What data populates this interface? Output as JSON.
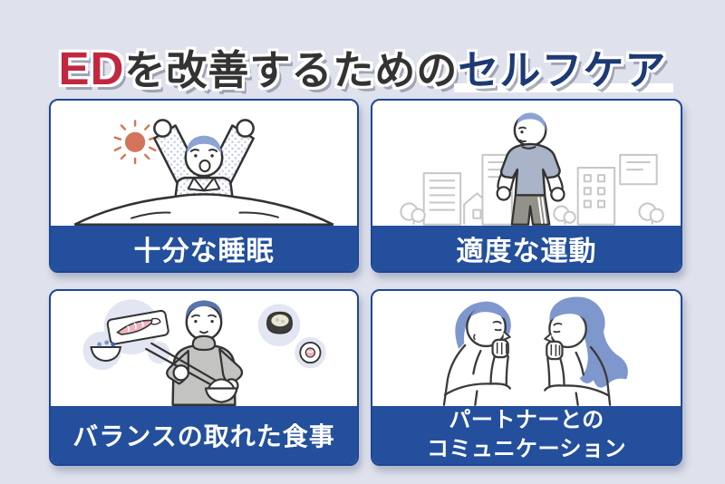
{
  "page": {
    "background": "#dfe2ec"
  },
  "title": {
    "ed": "ED",
    "middle": "を改善するための",
    "selfcare": "セルフケア"
  },
  "cards": [
    {
      "label_lines": [
        "十分な睡眠"
      ],
      "illustration": "man-waking-up-stretching-with-morning-sun"
    },
    {
      "label_lines": [
        "適度な運動"
      ],
      "illustration": "man-walking-in-front-of-cityscape"
    },
    {
      "label_lines": [
        "バランスの取れた食事"
      ],
      "illustration": "man-eating-rice-with-chopsticks-and-food-bubbles"
    },
    {
      "label_lines": [
        "パートナーとの",
        "コミュニケーション"
      ],
      "illustration": "couple-chatting-face-to-face"
    }
  ],
  "colors": {
    "background": "#dfe2ec",
    "card_band_navy": "#234f9c",
    "card_border_navy": "#1d4795",
    "band_text": "#ffffff",
    "title_red": "#c22740",
    "title_dark": "#333333",
    "title_navy": "#1d3a75",
    "title_outline": "#ffffff",
    "sun_orange": "#d4745c",
    "hair_light_blue": "#8ca3d3",
    "hair_dark_blue": "#5974ae",
    "couple_hair_blue": "#7e97cd",
    "line_art": "#333333",
    "skyline_gray": "#c7c7c7",
    "tshirt_blue_gray": "#a9b4c8",
    "pants_gray": "#94918b",
    "sweater_gray": "#c3c3c1",
    "bubble_lavender": "#e2e5f2",
    "salmon_pink": "#f0b2bc"
  }
}
